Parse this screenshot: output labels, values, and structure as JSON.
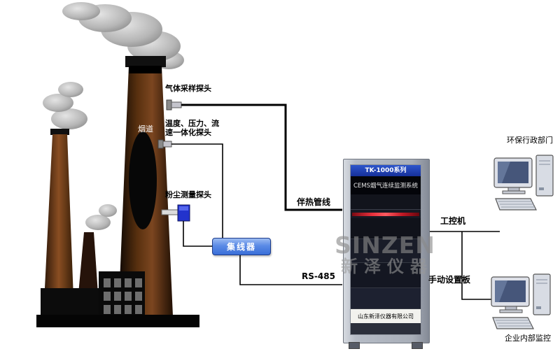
{
  "labels": {
    "gas_probe": "气体采样探头",
    "flue": "烟道",
    "temp_probe": "温度、压力、流速一体化探头",
    "dust_probe": "粉尘测量探头",
    "hub": "集线器",
    "heat_pipe": "伴热管线",
    "rs485": "RS-485",
    "ipc": "工控机",
    "manual_panel": "手动设置板",
    "env_dept": "环保行政部门",
    "enterprise": "企业内部监控"
  },
  "cabinet": {
    "model": "TK-1000系列",
    "system": "CEMS烟气连续监测系统",
    "company": "山东新泽仪器有限公司"
  },
  "watermark": {
    "brand": "SINZEN",
    "brand_cn": "新泽仪器"
  },
  "colors": {
    "line": "#000000",
    "hub_fill": "#4a7fe0",
    "cabinet_red_stripe": "#d81c28",
    "probe_blue": "#2233cc",
    "cabinet_header_blue": "#1c3aa8"
  }
}
